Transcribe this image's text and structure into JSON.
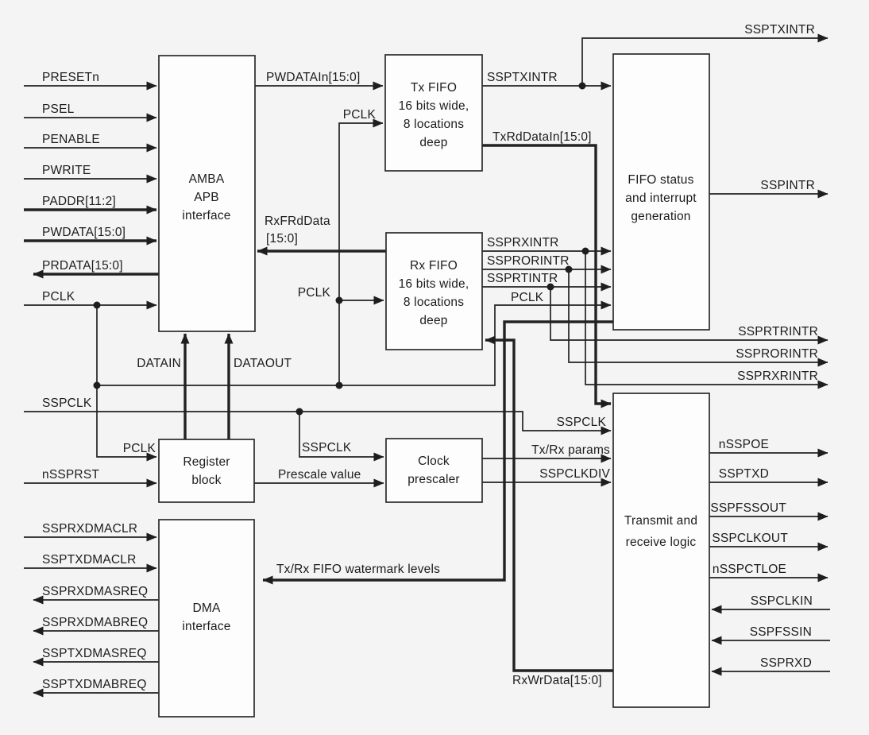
{
  "blocks": {
    "amba_apb": {
      "lines": [
        "AMBA",
        "APB",
        "interface"
      ]
    },
    "tx_fifo": {
      "lines": [
        "Tx FIFO",
        "16 bits wide,",
        "8 locations",
        "deep"
      ]
    },
    "rx_fifo": {
      "lines": [
        "Rx FIFO",
        "16 bits wide,",
        "8 locations",
        "deep"
      ]
    },
    "fifo_status": {
      "lines": [
        "FIFO status",
        "and interrupt",
        "generation"
      ]
    },
    "register_block": {
      "lines": [
        "Register",
        "block"
      ]
    },
    "clock_prescaler": {
      "lines": [
        "Clock",
        "prescaler"
      ]
    },
    "transmit_receive": {
      "lines": [
        "Transmit and",
        "receive logic"
      ]
    },
    "dma_interface": {
      "lines": [
        "DMA",
        "interface"
      ]
    }
  },
  "signals": {
    "presetn": "PRESETn",
    "psel": "PSEL",
    "penable": "PENABLE",
    "pwrite": "PWRITE",
    "paddr": "PADDR[11:2]",
    "pwdata": "PWDATA[15:0]",
    "prdata": "PRDATA[15:0]",
    "pclk_in": "PCLK",
    "pclk_tx": "PCLK",
    "pclk_rx": "PCLK",
    "pclk_reg": "PCLK",
    "pclk_fifo_status": "PCLK",
    "pwdatain": "PWDATAIn[15:0]",
    "rxfrddata_l1": "RxFRdData",
    "rxfrddata_l2": "[15:0]",
    "datain": "DATAIN",
    "dataout": "DATAOUT",
    "sspclk_in": "SSPCLK",
    "sspclk_prescaler": "SSPCLK",
    "sspclk_trlogic": "SSPCLK",
    "nssprst": "nSSPRST",
    "prescale_value": "Prescale value",
    "txrx_params": "Tx/Rx params",
    "sspclkdiv": "SSPCLKDIV",
    "ssptxintr_internal": "SSPTXINTR",
    "ssptxintr_out": "SSPTXINTR",
    "txrddatain": "TxRdDataIn[15:0]",
    "ssprxintr": "SSPRXINTR",
    "ssprorintr": "SSPRORINTR",
    "ssprtintr": "SSPRTINTR",
    "sspintr": "SSPINTR",
    "ssprtrintr": "SSPRTRINTR",
    "ssprorintr_out": "SSPRORINTR",
    "ssprxrintr": "SSPRXRINTR",
    "watermark": "Tx/Rx FIFO watermark levels",
    "rxwrdata": "RxWrData[15:0]",
    "nsspoe": "nSSPOE",
    "ssptxd": "SSPTXD",
    "sspfssout": "SSPFSSOUT",
    "sspclkout": "SSPCLKOUT",
    "nsspctloe": "nSSPCTLOE",
    "sspclkin": "SSPCLKIN",
    "sspfssin": "SSPFSSIN",
    "ssprxd": "SSPRXD",
    "ssprxdmaclr": "SSPRXDMACLR",
    "ssptxdmaclr": "SSPTXDMACLR",
    "ssprxdmasreq": "SSPRXDMASREQ",
    "ssprxdmabreq": "SSPRXDMABREQ",
    "ssptxdmasreq": "SSPTXDMASREQ",
    "ssptxdmabreq": "SSPTXDMABREQ"
  },
  "colors": {
    "background": "#f4f4f5",
    "line": "#222222",
    "block_fill": "#fdfdfd"
  }
}
